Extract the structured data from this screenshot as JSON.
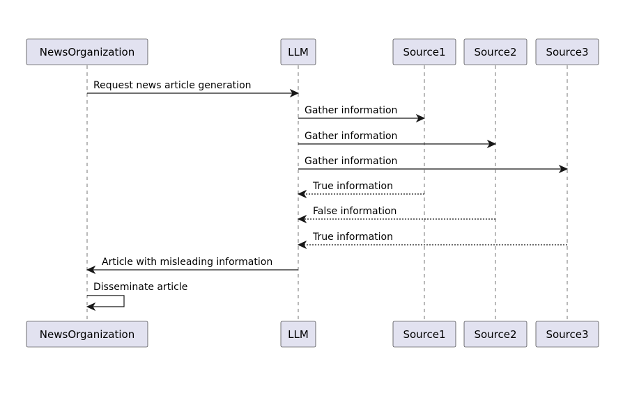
{
  "participants": [
    {
      "id": "news",
      "label": "NewsOrganization"
    },
    {
      "id": "llm",
      "label": "LLM"
    },
    {
      "id": "s1",
      "label": "Source1"
    },
    {
      "id": "s2",
      "label": "Source2"
    },
    {
      "id": "s3",
      "label": "Source3"
    }
  ],
  "messages": [
    {
      "from": "news",
      "to": "llm",
      "label": "Request news article generation",
      "style": "solid"
    },
    {
      "from": "llm",
      "to": "s1",
      "label": "Gather information",
      "style": "solid"
    },
    {
      "from": "llm",
      "to": "s2",
      "label": "Gather information",
      "style": "solid"
    },
    {
      "from": "llm",
      "to": "s3",
      "label": "Gather information",
      "style": "solid"
    },
    {
      "from": "s1",
      "to": "llm",
      "label": "True information",
      "style": "dotted"
    },
    {
      "from": "s2",
      "to": "llm",
      "label": "False information",
      "style": "dotted"
    },
    {
      "from": "s3",
      "to": "llm",
      "label": "True information",
      "style": "dotted"
    },
    {
      "from": "llm",
      "to": "news",
      "label": "Article with misleading information",
      "style": "solid"
    },
    {
      "from": "news",
      "to": "news",
      "label": "Disseminate article",
      "style": "solid"
    }
  ]
}
